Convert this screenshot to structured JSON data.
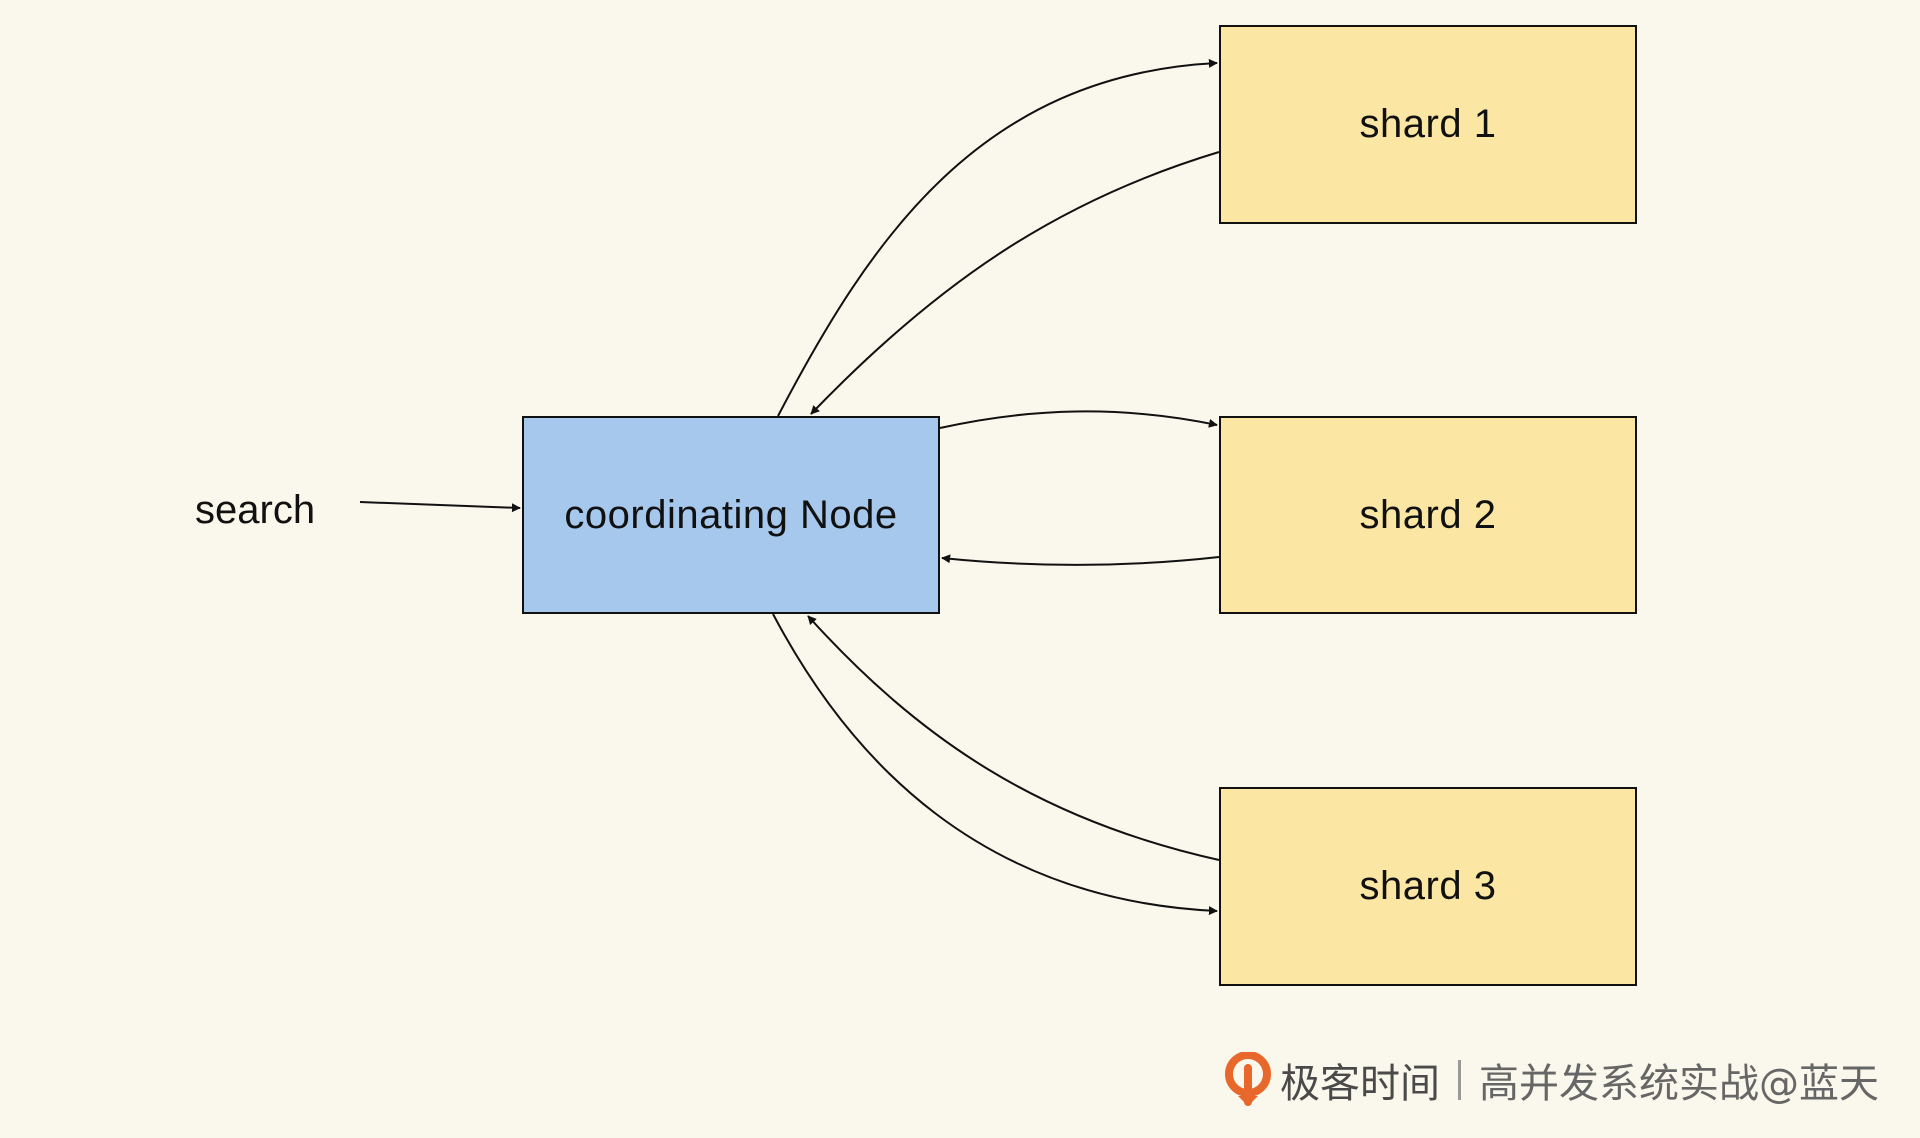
{
  "search_label": "search",
  "nodes": {
    "coordinating": "coordinating Node",
    "shard1": "shard 1",
    "shard2": "shard 2",
    "shard3": "shard 3"
  },
  "colors": {
    "coordinating_fill": "#a6c8ec",
    "shard_fill": "#fce6a4",
    "background": "#faf8ec",
    "stroke": "#111111",
    "logo": "#e8672a"
  },
  "watermark": {
    "brand": "极客时间",
    "course": "高并发系统实战@蓝天"
  }
}
